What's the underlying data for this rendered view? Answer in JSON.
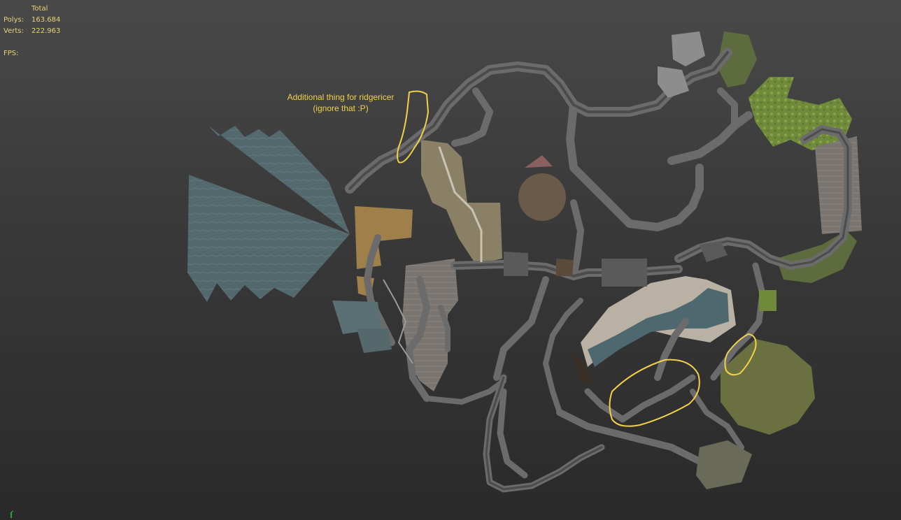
{
  "stats": {
    "header": "Total",
    "polys_label": "Polys:",
    "polys_value": "163.684",
    "verts_label": "Verts:",
    "verts_value": "222.963",
    "fps_label": "FPS:"
  },
  "annotation": {
    "line1": "Additional thing for ridgericer",
    "line2": "(ignore that :P)"
  },
  "colors": {
    "annotation": "#f0d24a",
    "stats_text": "#e7d27a",
    "road": "#6b6b6b",
    "road_dark": "#4c4c4c",
    "water": "#5c7478",
    "grass": "#6f8a3a",
    "sand": "#b8a888",
    "terrain": "#6a7040"
  }
}
